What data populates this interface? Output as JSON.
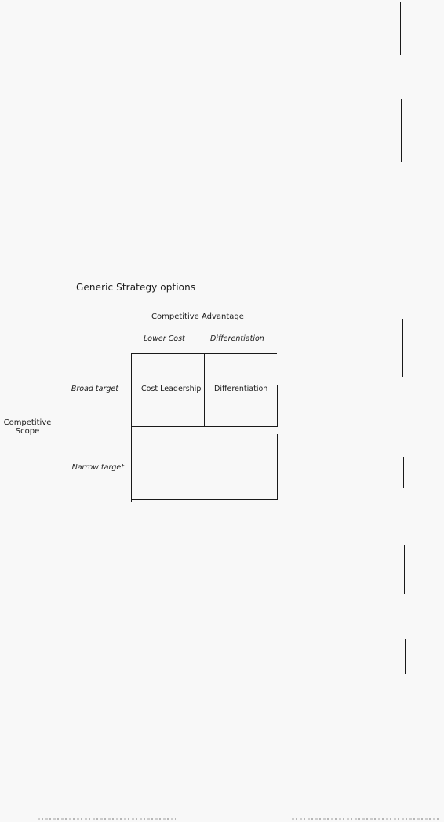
{
  "diagram": {
    "title": "Generic Strategy options",
    "x_axis_title": "Competitive Advantage",
    "columns": [
      "Lower Cost",
      "Differentiation"
    ],
    "y_axis_title_lines": [
      "Competitive",
      "Scope"
    ],
    "rows": [
      "Broad target",
      "Narrow target"
    ],
    "cells": {
      "broad_lower_cost": "Cost Leadership",
      "broad_differentiation": "Differentiation"
    }
  }
}
